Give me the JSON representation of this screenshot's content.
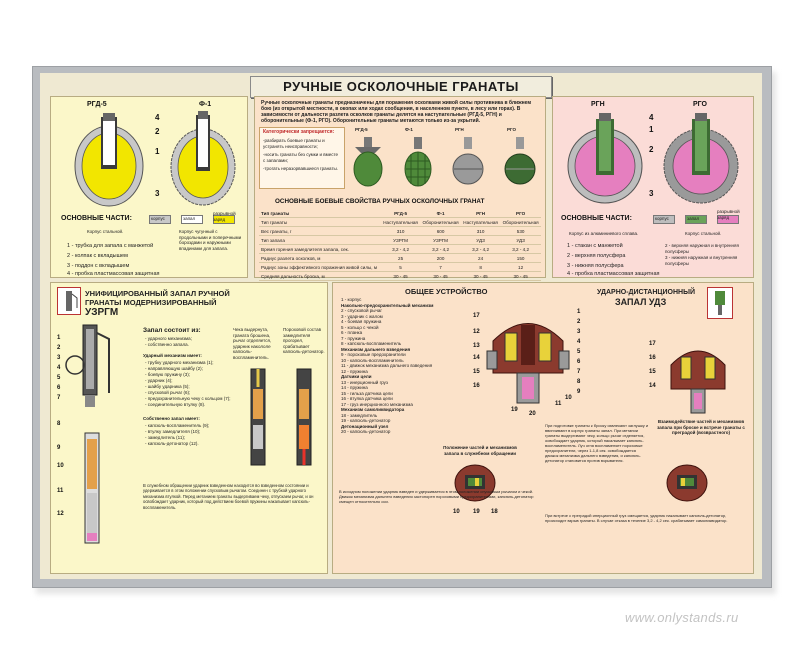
{
  "title": "РУЧНЫЕ ОСКОЛОЧНЫЕ ГРАНАТЫ",
  "watermark": "www.onlystands.ru",
  "left_top": {
    "grenade_a": "РГД-5",
    "grenade_b": "Ф-1",
    "parts_title": "ОСНОВНЫЕ ЧАСТИ:",
    "swatches": [
      "корпус",
      "запал",
      "разрывной заряд"
    ],
    "note_a": "Корпус стальной.",
    "note_b": "Корпус чугунный с продольными и поперечными бороздами и наружными впадинами для запала.",
    "parts": [
      "1 - трубка для запала с манжетой",
      "2 - колпак с вкладышем",
      "3 - поддон с вкладышем",
      "4 - пробка пластмассовая защитная"
    ],
    "numbers": [
      "4",
      "2",
      "1",
      "3"
    ]
  },
  "center_top": {
    "intro": "Ручные осколочные гранаты предназначены для поражения осколками живой силы противника в ближнем бою (из открытой местности, в окопах или ходах сообщения, в населенном пункте, в лесу или горах). В зависимости от дальности разлета осколков гранаты делятся на наступательные (РГД-5, РГН) и оборонительные (Ф-1, РГО). Оборонительные гранаты метаются только из-за укрытий.",
    "forbidden_title": "Категорически запрещается:",
    "forbidden": [
      "-разбирать боевые гранаты и устранять неисправности;",
      "-носить гранаты без сумки и вместе с запалами;",
      "-трогать неразорвавшиеся гранаты."
    ],
    "photo_labels": [
      "РГД-5",
      "Ф-1",
      "РГН",
      "РГО"
    ],
    "table_title": "ОСНОВНЫЕ БОЕВЫЕ СВОЙСТВА РУЧНЫХ ОСКОЛОЧНЫХ ГРАНАТ",
    "table_header": [
      "Тип гранаты",
      "РГД-5",
      "Ф-1",
      "РГН",
      "РГО"
    ],
    "table_rows": [
      [
        "Тип гранаты",
        "Наступательная",
        "Оборонительная",
        "Наступательная",
        "Оборонительная"
      ],
      [
        "Вес гранаты, г",
        "310",
        "600",
        "310",
        "530"
      ],
      [
        "Тип запала",
        "УЗРГМ",
        "УЗРГМ",
        "УДЗ",
        "УДЗ"
      ],
      [
        "Время горения замедлителя запала, сек.",
        "3,2 - 4,2",
        "3,2 - 4,2",
        "3,2 - 4,2",
        "3,2 - 4,2"
      ],
      [
        "Радиус разлета осколков, м",
        "25",
        "200",
        "24",
        "150"
      ],
      [
        "Радиус зоны эффективного поражения живой силы, м",
        "5",
        "7",
        "8",
        "12"
      ],
      [
        "Средняя дальность броска, м",
        "30 - 45",
        "30 - 45",
        "30 - 45",
        "30 - 45"
      ]
    ]
  },
  "right_top": {
    "grenade_a": "РГН",
    "grenade_b": "РГО",
    "parts_title": "ОСНОВНЫЕ ЧАСТИ:",
    "swatches": [
      "корпус",
      "запал",
      "разрывной заряд"
    ],
    "note_a": "Корпус из алюминиевого сплава.",
    "note_b": "Корпус стальной.",
    "parts": [
      "1 - стакан с манжетой",
      "2 - верхняя полусфера",
      "3 - нижняя полусфера",
      "4 - пробка пластмассовая защитная"
    ],
    "parts_b": [
      "2 - верхняя наружная и внутренняя полусферы",
      "3 - нижняя наружная и внутренняя полусферы"
    ],
    "numbers": [
      "4",
      "1",
      "2",
      "3"
    ]
  },
  "left_bottom": {
    "heading_1": "УНИФИЦИРОВАННЫЙ ЗАПАЛ РУЧНОЙ",
    "heading_2": "ГРАНАТЫ МОДЕРНИЗИРОВАННЫЙ",
    "heading_3": "УЗРГМ",
    "composition_title": "Запал состоит из:",
    "composition": [
      "- ударного механизма;",
      "- собственно запала."
    ],
    "mech_title": "Ударный механизм имеет:",
    "mech_items": [
      "- трубку ударного механизма (1);",
      "- направляющую шайбу (2);",
      "- боевую пружину (3);",
      "- ударник (4);",
      "- шайбу ударника (5);",
      "- спусковой рычаг (6);",
      "- предохранительную чеку с кольцом (7);",
      "- соединительную втулку (8)."
    ],
    "fuse_title": "Собственно запал имеет:",
    "fuse_items": [
      "- капсюль-воспламенитель (9);",
      "- втулку замедлителя (10);",
      "- замедлитель (11);",
      "- капсюль-детонатор (12)."
    ],
    "step_1": "Чека выдернута, граната брошена, рычаг отделяется, ударник накололе капсюль-воспламенитель.",
    "step_2": "Пороховой состав замедлителя прогорел, срабатывает капсюль-детонатор.",
    "bottom_text": "В служебном обращении ударник взведенном находится во взведенном состоянии и удерживается в этом положении спусковым рычагом. Соединен с трубкой ударного механизма втулкой. Перед метанием гранаты выдергиваем чеку, отпускаем рычаг, и он освобождает ударник, который под действием боевой пружины накалывает капсюль-воспламенитель.",
    "numbers": [
      "1",
      "2",
      "3",
      "4",
      "5",
      "6",
      "7",
      "8",
      "9",
      "10",
      "11",
      "12"
    ]
  },
  "right_bottom": {
    "heading": "ОБЩЕЕ УСТРОЙСТВО",
    "right_heading_1": "УДАРНО-ДИСТАНЦИОННЫЙ",
    "right_heading_2": "ЗАПАЛ УДЗ",
    "items": [
      "1 - корпус",
      "Накольно-предохранительный механизм",
      "2 - спусковой рычаг",
      "3 - ударник с жалом",
      "4 - боевая пружина",
      "5 - кольцо с чекой",
      "6 - планка",
      "7 - пружина",
      "8 - капсюль-воспламенитель",
      "Механизм дальнего взведения",
      "9 - пороховые предохранители",
      "10 - капсюль-воспламенитель",
      "11 - движок механизма дальнего взведения",
      "12 - пружина",
      "Датчики цели",
      "13 - инерционный груз",
      "14 - пружина",
      "15 - гильза датчика цели",
      "16 - втулка датчика цели",
      "17 - груз инерционного механизма",
      "Механизм самоликвидатора",
      "18 - замедлитель",
      "19 - капсюль-детонатор",
      "Детонационный узел",
      "20 - капсюль-детонатор"
    ],
    "mech_caption": "Положение частей и механизмов запала в служебном обращении",
    "inertia_caption": "Взаимодействие частей и механизмов запала при броске и встрече гранаты с преградой (возврастного)",
    "left_numbers": [
      "17",
      "12",
      "13",
      "14",
      "15",
      "16"
    ],
    "right_numbers": [
      "1",
      "2",
      "3",
      "4",
      "5",
      "6",
      "7",
      "8",
      "9",
      "10",
      "11",
      "19",
      "20"
    ],
    "bottom_numbers": [
      "10",
      "19",
      "18"
    ],
    "udz_numbers": [
      "17",
      "16",
      "15",
      "14"
    ],
    "desc_text": "При подготовке гранаты к броску извлекают заглушку и ввинчивают в корпус гранаты запал. При метании гранаты выдергивают чеку, кольцо рычаг отделяется, освобождает ударник, который накалывает капсюль-воспламенитель. Луч огня воспламеняет пороховые предохранители, через 1-1,8 сек. освобождается движок механизма дальнего взведения, и капсюль-детонатор становится против взрывателя.",
    "desc_text_2": "При встрече с преградой инерционный груз смещается, ударник накалывает капсюль-детонатор, происходит взрыв гранаты. В случае отказа в течение 3,2 - 4,2 сек. срабатывает самоликвидатор.",
    "mid_text": "В исходном положении ударник взведен и удерживается в этом положении спусковым рычагом и чекой. Движок механизма дальнего взведения застопорен пороховыми предохранителями, капсюль-детонатор смещен относительно оси.",
    "colors": {
      "body": "#8b3a2e",
      "body_dark": "#5a1f18",
      "green": "#4f8a3a",
      "yellow": "#e8d23a",
      "pink": "#e57fbf",
      "grey": "#9a9a9a"
    }
  }
}
